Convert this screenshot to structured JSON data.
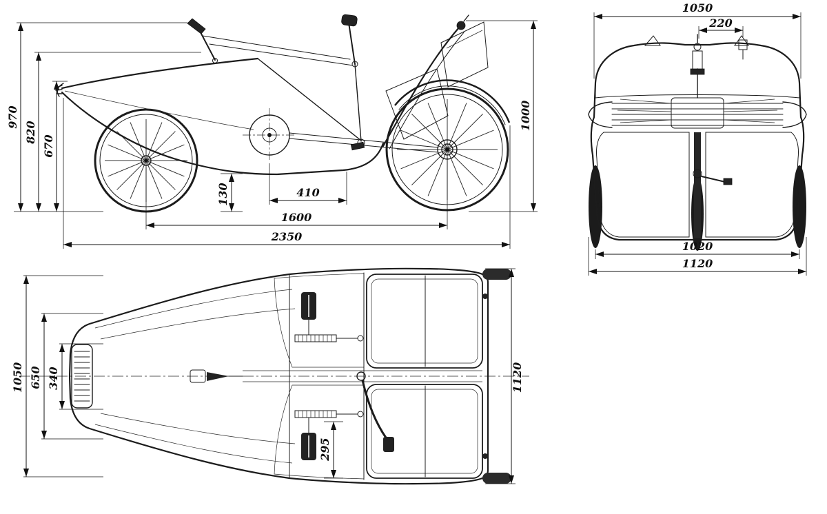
{
  "views": {
    "side_view": {
      "dimensions": {
        "overall_height": "970",
        "cowl_height": "820",
        "nose_height": "670",
        "ground_clearance": "130",
        "crank_span": "410",
        "wheelbase": "1600",
        "overall_length": "2350",
        "rear_frame_height": "1000"
      }
    },
    "rear_view": {
      "dimensions": {
        "body_width": "1050",
        "center_offset": "220",
        "wheel_track": "1020",
        "overall_width": "1120"
      }
    },
    "top_view": {
      "dimensions": {
        "body_width": "1050",
        "cockpit_width": "650",
        "nose_width": "340",
        "seat_offset": "295",
        "overall_width": "1120"
      }
    }
  }
}
